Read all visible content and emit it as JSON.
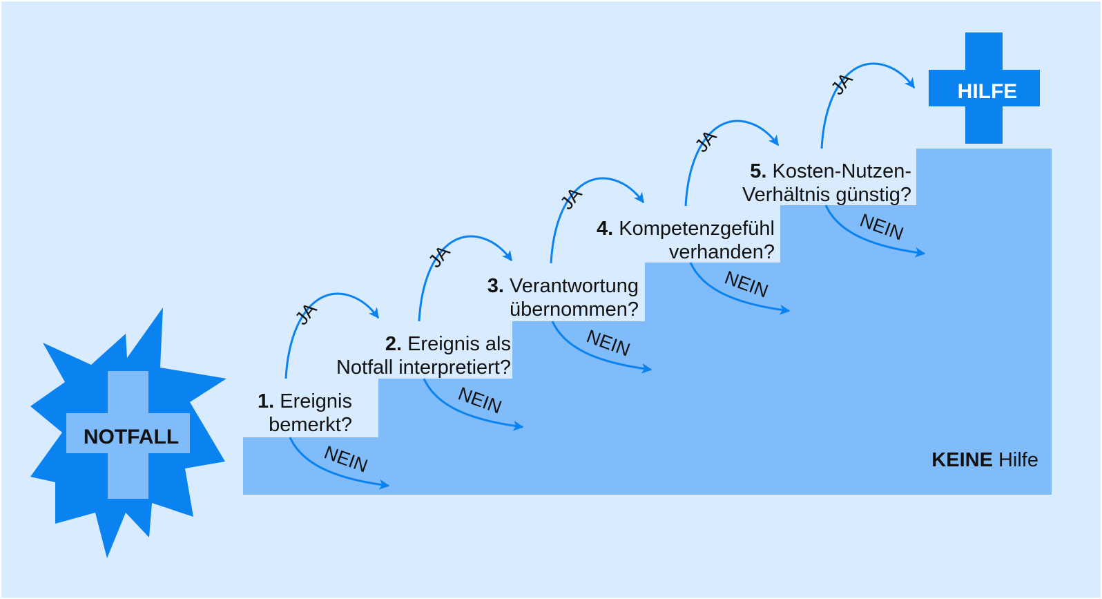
{
  "colors": {
    "background": "#d9ebfe",
    "stairs": "#80bcfa",
    "accent": "#0a82f0",
    "notfall_cross": "#80bcfa",
    "text": "#111111",
    "hilfe_text": "#ffffff"
  },
  "start": {
    "label": "NOTFALL",
    "icon": "starburst-cross-icon"
  },
  "goal": {
    "label": "HILFE",
    "icon": "cross-icon"
  },
  "outcome": {
    "bold": "KEINE",
    "rest": " Hilfe"
  },
  "yes_label": "JA",
  "no_label": "NEIN",
  "steps": [
    {
      "number": "1.",
      "line1": " Ereignis",
      "line2": "bemerkt?"
    },
    {
      "number": "2.",
      "line1": " Ereignis als",
      "line2": "Notfall interpretiert?"
    },
    {
      "number": "3.",
      "line1": " Verantwortung",
      "line2": "übernommen?"
    },
    {
      "number": "4.",
      "line1": " Kompetenzgefühl",
      "line2": "verhanden?"
    },
    {
      "number": "5.",
      "line1": " Kosten-Nutzen-",
      "line2": "Verhältnis günstig?"
    }
  ]
}
